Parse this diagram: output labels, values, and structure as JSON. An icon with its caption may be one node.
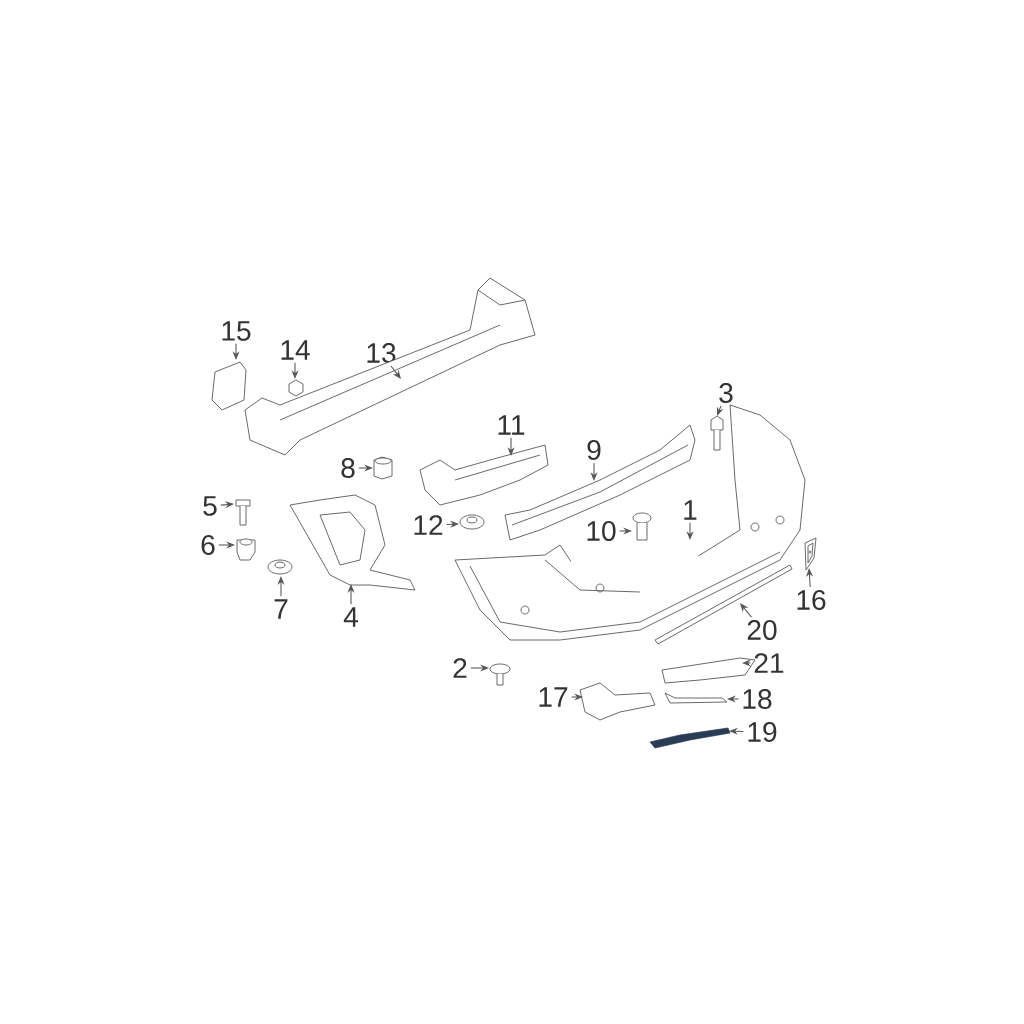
{
  "diagram": {
    "nodes": [
      {
        "text": [
          "1"
        ]
      },
      {
        "text": [
          "2"
        ]
      },
      {
        "text": [
          "3"
        ]
      },
      {
        "text": [
          "4"
        ]
      },
      {
        "text": [
          "5"
        ]
      },
      {
        "text": [
          "6"
        ]
      },
      {
        "text": [
          "7"
        ]
      },
      {
        "text": [
          "8"
        ]
      },
      {
        "text": [
          "9"
        ]
      },
      {
        "text": [
          "10"
        ]
      },
      {
        "text": [
          "11"
        ]
      },
      {
        "text": [
          "12"
        ]
      },
      {
        "text": [
          "13"
        ]
      },
      {
        "text": [
          "14"
        ]
      },
      {
        "text": [
          "15"
        ]
      },
      {
        "text": [
          "16"
        ]
      },
      {
        "text": [
          "17"
        ]
      },
      {
        "text": [
          "18"
        ]
      },
      {
        "text": [
          "19"
        ]
      },
      {
        "text": [
          "20"
        ]
      },
      {
        "text": [
          "21"
        ]
      },
      {
        "text": [],
        "shape": "picture"
      },
      {
        "text": [],
        "shape": "picture"
      },
      {
        "text": [],
        "shape": "picture"
      },
      {
        "text": [],
        "shape": "picture"
      },
      {
        "text": [],
        "shape": "picture"
      },
      {
        "text": [],
        "shape": "picture"
      },
      {
        "text": [],
        "shape": "picture"
      },
      {
        "text": [],
        "shape": "picture"
      },
      {
        "text": [],
        "shape": "picture"
      },
      {
        "text": [],
        "shape": "picture"
      },
      {
        "text": [],
        "shape": "picture"
      },
      {
        "text": [],
        "shape": "picture"
      },
      {
        "text": [],
        "shape": "picture"
      },
      {
        "text": [],
        "shape": "picture"
      },
      {
        "text": [],
        "shape": "picture"
      },
      {
        "text": [],
        "shape": "picture"
      },
      {
        "text": [],
        "shape": "picture"
      },
      {
        "text": [],
        "shape": "picture"
      },
      {
        "text": [],
        "shape": "picture"
      },
      {
        "text": [],
        "shape": "picture"
      },
      {
        "text": [],
        "shape": "picture"
      }
    ],
    "edges": [
      {
        "from": 0,
        "to": 21,
        "arrow": "to"
      },
      {
        "from": 1,
        "to": 22,
        "arrow": "to"
      },
      {
        "from": 2,
        "to": 23,
        "arrow": "to"
      },
      {
        "from": 3,
        "to": 24,
        "arrow": "to"
      },
      {
        "from": 4,
        "to": 25,
        "arrow": "to"
      },
      {
        "from": 5,
        "to": 26,
        "arrow": "to"
      },
      {
        "from": 6,
        "to": 27,
        "arrow": "to"
      },
      {
        "from": 7,
        "to": 28,
        "arrow": "to"
      },
      {
        "from": 8,
        "to": 29,
        "arrow": "to"
      },
      {
        "from": 9,
        "to": 30,
        "arrow": "to"
      },
      {
        "from": 10,
        "to": 31,
        "arrow": "to"
      },
      {
        "from": 11,
        "to": 32,
        "arrow": "to"
      },
      {
        "from": 12,
        "to": 33,
        "arrow": "to"
      },
      {
        "from": 13,
        "to": 34,
        "arrow": "to"
      },
      {
        "from": 14,
        "to": 35,
        "arrow": "to"
      },
      {
        "from": 15,
        "to": 36,
        "arrow": "to"
      },
      {
        "from": 16,
        "to": 37,
        "arrow": "to"
      },
      {
        "from": 17,
        "to": 38,
        "arrow": "to"
      },
      {
        "from": 18,
        "to": 39,
        "arrow": "to"
      },
      {
        "from": 19,
        "to": 40,
        "arrow": "to"
      },
      {
        "from": 20,
        "to": 41,
        "arrow": "to"
      }
    ]
  }
}
